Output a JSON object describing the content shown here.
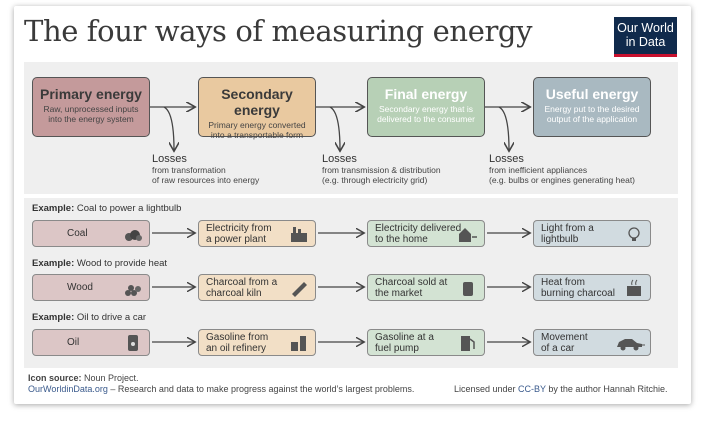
{
  "title": "The four ways of measuring energy",
  "logo": {
    "line1": "Our World",
    "line2": "in Data"
  },
  "stages": [
    {
      "heading": "Primary energy",
      "desc": "Raw, unprocessed inputs into the energy system",
      "color": "#c49a9b"
    },
    {
      "heading": "Secondary energy",
      "desc": "Primary energy converted into a transportable form",
      "color": "#e9c9a0"
    },
    {
      "heading": "Final energy",
      "desc": "Secondary energy that is delivered to the consumer",
      "color": "#b7d0b6"
    },
    {
      "heading": "Useful energy",
      "desc": "Energy put to the desired output of the application",
      "color": "#a9b9c1"
    }
  ],
  "losses": [
    {
      "title": "Losses",
      "line1": "from transformation",
      "line2": "of raw resources into energy"
    },
    {
      "title": "Losses",
      "line1": "from transmission & distribution",
      "line2": "(e.g. through electricity grid)"
    },
    {
      "title": "Losses",
      "line1": "from inefficient appliances",
      "line2": "(e.g. bulbs or engines generating heat)"
    }
  ],
  "examples": [
    {
      "label": "Example:",
      "text": "Coal to power a lightbulb",
      "steps": [
        {
          "l1": "Coal",
          "l2": ""
        },
        {
          "l1": "Electricity from",
          "l2": "a power plant"
        },
        {
          "l1": "Electricity delivered",
          "l2": "to the home"
        },
        {
          "l1": "Light from a",
          "l2": "lightbulb"
        }
      ],
      "icons": [
        "coal-icon",
        "power-plant-icon",
        "house-plug-icon",
        "lightbulb-icon"
      ]
    },
    {
      "label": "Example:",
      "text": "Wood to provide heat",
      "steps": [
        {
          "l1": "Wood",
          "l2": ""
        },
        {
          "l1": "Charcoal from a",
          "l2": "charcoal kiln"
        },
        {
          "l1": "Charcoal sold at",
          "l2": "the market"
        },
        {
          "l1": "Heat from",
          "l2": "burning charcoal"
        }
      ],
      "icons": [
        "wood-icon",
        "charcoal-icon",
        "charcoal-bag-icon",
        "stove-icon"
      ]
    },
    {
      "label": "Example:",
      "text": "Oil to drive a car",
      "steps": [
        {
          "l1": "Oil",
          "l2": ""
        },
        {
          "l1": "Gasoline from",
          "l2": "an oil refinery"
        },
        {
          "l1": "Gasoline at a",
          "l2": "fuel pump"
        },
        {
          "l1": "Movement",
          "l2": "of a car"
        }
      ],
      "icons": [
        "oil-barrel-icon",
        "refinery-icon",
        "fuel-pump-icon",
        "car-icon"
      ]
    }
  ],
  "footer": {
    "icon_source_label": "Icon source:",
    "icon_source": "Noun Project.",
    "site": "OurWorldinData.org",
    "tagline": " – Research and data to make progress against the world’s largest problems.",
    "license_pre": "Licensed under ",
    "license": "CC-BY",
    "license_post": " by the author Hannah Ritchie."
  }
}
